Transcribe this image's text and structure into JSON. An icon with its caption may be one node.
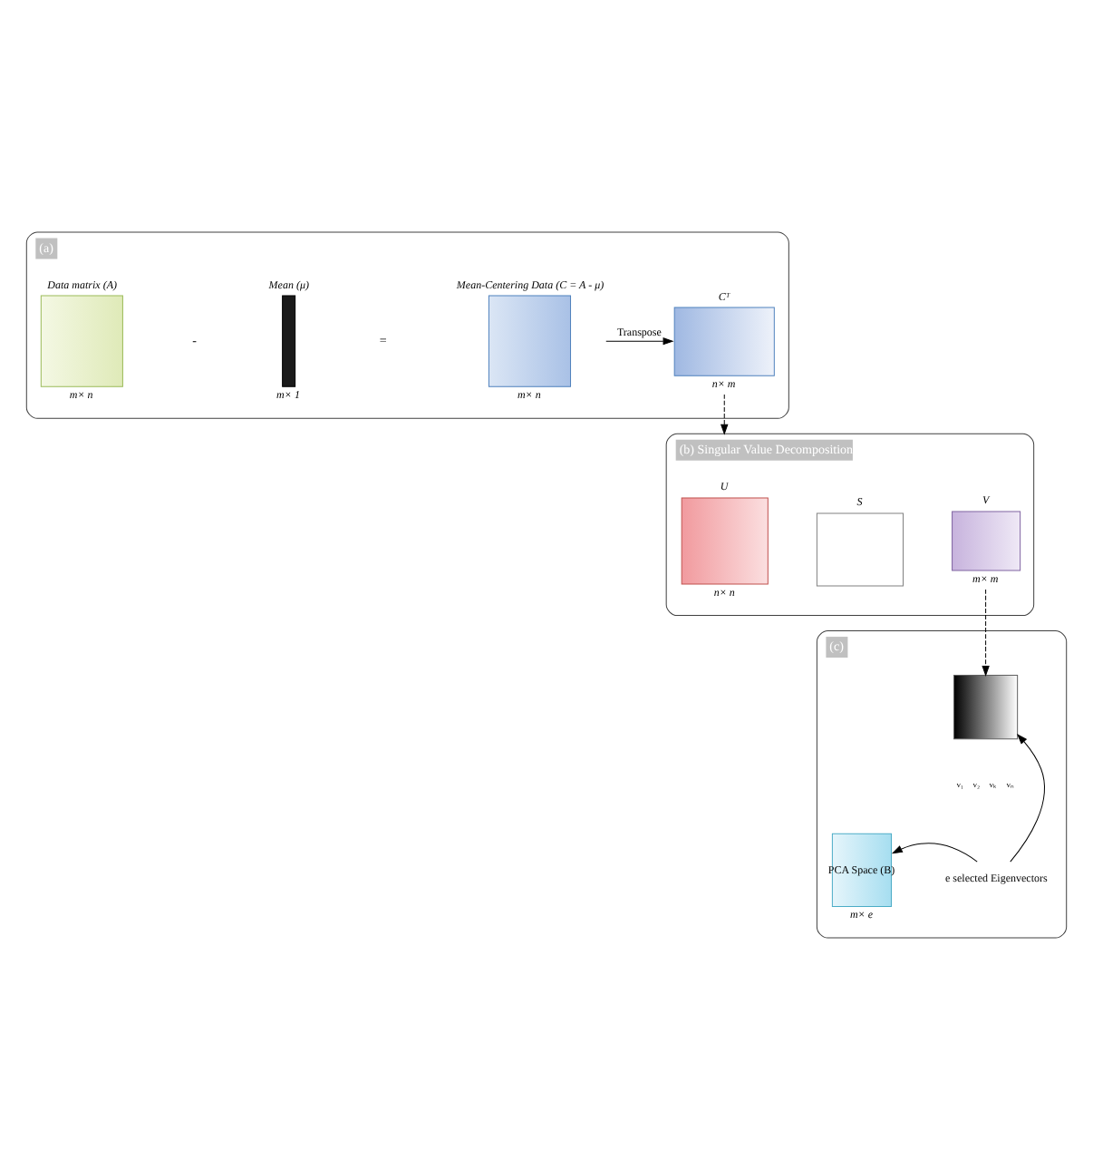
{
  "diagram": {
    "nodes": [
      {
        "text": [
          "(a)"
        ]
      },
      {
        "text": [
          "Data matrix (A)"
        ],
        "beside": [
          "m× n"
        ],
        "in": 0
      },
      {
        "text": [
          "Mean (μ)"
        ],
        "beside": [
          "m× 1"
        ],
        "in": 0
      },
      {
        "text": [
          "Mean-Centering Data (C = A - μ)"
        ],
        "beside": [
          "m× n"
        ],
        "in": 0
      },
      {
        "text": [
          "Cᵀ"
        ],
        "beside": [
          "n× m"
        ],
        "in": 0
      },
      {
        "text": [
          "(b) Singular Value Decomposition"
        ]
      },
      {
        "text": [
          "U"
        ],
        "beside": [
          "n× n"
        ],
        "in": 5
      },
      {
        "text": [
          "S"
        ],
        "in": 5
      },
      {
        "text": [
          "V"
        ],
        "beside": [
          "m× m"
        ],
        "in": 5
      },
      {
        "text": [
          "(c)"
        ]
      },
      {
        "text": [],
        "shape": "box",
        "in": 9
      },
      {
        "text": [
          "e selected Eigenvectors"
        ],
        "in": 9
      },
      {
        "text": [
          "PCA Space (B)"
        ],
        "beside": [
          "m× e"
        ],
        "in": 9
      }
    ],
    "edges": [
      {
        "from": 3,
        "to": 4,
        "arrow": "to",
        "label": "Transpose"
      },
      {
        "from": 4,
        "to": 5,
        "arrow": "to",
        "style": "dashed"
      },
      {
        "from": 8,
        "to": 10,
        "arrow": "to",
        "style": "dashed"
      },
      {
        "from": 11,
        "to": 10,
        "arrow": "to"
      },
      {
        "from": 11,
        "to": 12,
        "arrow": "to"
      }
    ],
    "labels": [
      "-",
      "=",
      "v₁",
      "v₂",
      "vₖ",
      "vₙ"
    ]
  }
}
